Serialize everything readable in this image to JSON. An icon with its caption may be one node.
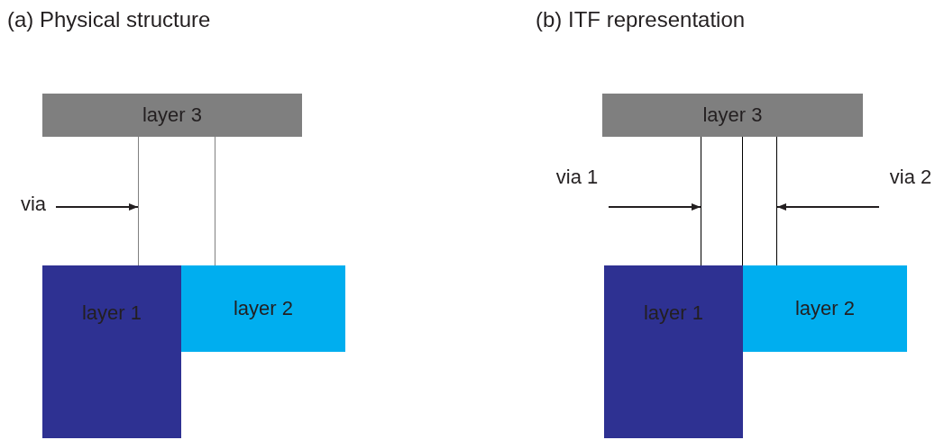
{
  "diagram": {
    "nodes": [
      {
        "text": [
          "layer 3"
        ]
      },
      {
        "text": [
          "via"
        ]
      },
      {
        "text": [],
        "shape": "box"
      },
      {
        "text": [
          "layer 1"
        ]
      },
      {
        "text": [
          "layer 2"
        ]
      },
      {
        "text": [
          "layer 3"
        ]
      },
      {
        "text": [
          "via 1"
        ]
      },
      {
        "text": [],
        "shape": "box"
      },
      {
        "text": [],
        "shape": "box"
      },
      {
        "text": [
          "via 2"
        ]
      },
      {
        "text": [
          "layer 1"
        ]
      },
      {
        "text": [
          "layer 2"
        ]
      }
    ],
    "edges": [
      {
        "from": 1,
        "to": 2,
        "arrow": "to"
      },
      {
        "from": 6,
        "to": 7,
        "arrow": "to"
      },
      {
        "from": 9,
        "to": 8,
        "arrow": "to"
      }
    ],
    "labels": [
      "(a) Physical structure",
      "(b) ITF representation"
    ]
  }
}
